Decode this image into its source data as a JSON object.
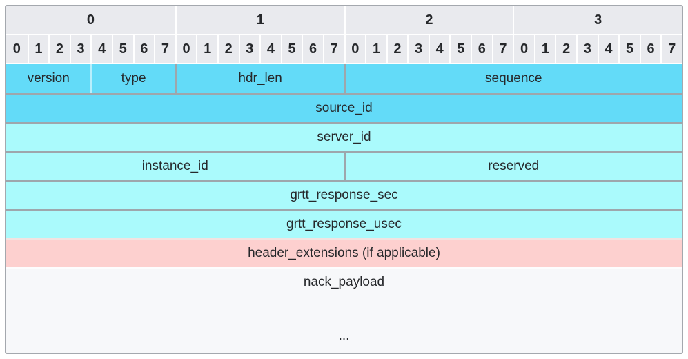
{
  "diagram": {
    "title": "packet-header-layout",
    "bits_per_row": 32,
    "byte_header": [
      "0",
      "1",
      "2",
      "3"
    ],
    "bit_header": [
      "0",
      "1",
      "2",
      "3",
      "4",
      "5",
      "6",
      "7"
    ],
    "colors": {
      "header_bg": "#e9eaee",
      "dark_cyan": "#63dbf8",
      "light_cyan": "#aafafc",
      "pink": "#fdd0cf",
      "payload_bg": "#f7f8fa",
      "grid_line": "#9ea6ac",
      "outer_border": "#a4a8ae",
      "text": "#26282b"
    },
    "rows": [
      {
        "bg": "dark_cyan",
        "sep": "none",
        "fields": [
          {
            "label": "version",
            "bits": 4
          },
          {
            "label": "type",
            "bits": 4
          },
          {
            "label": "hdr_len",
            "bits": 8
          },
          {
            "label": "sequence",
            "bits": 16
          }
        ]
      },
      {
        "bg": "dark_cyan",
        "sep": "gray",
        "fields": [
          {
            "label": "source_id",
            "bits": 32
          }
        ]
      },
      {
        "bg": "light_cyan",
        "sep": "gray",
        "fields": [
          {
            "label": "server_id",
            "bits": 32
          }
        ]
      },
      {
        "bg": "light_cyan",
        "sep": "gray",
        "fields": [
          {
            "label": "instance_id",
            "bits": 16
          },
          {
            "label": "reserved",
            "bits": 16
          }
        ]
      },
      {
        "bg": "light_cyan",
        "sep": "gray",
        "fields": [
          {
            "label": "grtt_response_sec",
            "bits": 32
          }
        ]
      },
      {
        "bg": "light_cyan",
        "sep": "gray",
        "fields": [
          {
            "label": "grtt_response_usec",
            "bits": 32
          }
        ]
      },
      {
        "bg": "pink",
        "sep": "pale",
        "fields": [
          {
            "label": "header_extensions (if applicable)",
            "bits": 32
          }
        ]
      },
      {
        "bg": "payload_bg",
        "sep": "white",
        "tall": true,
        "ellipsis": "...",
        "fields": [
          {
            "label": "nack_payload",
            "bits": 32
          }
        ]
      }
    ]
  }
}
